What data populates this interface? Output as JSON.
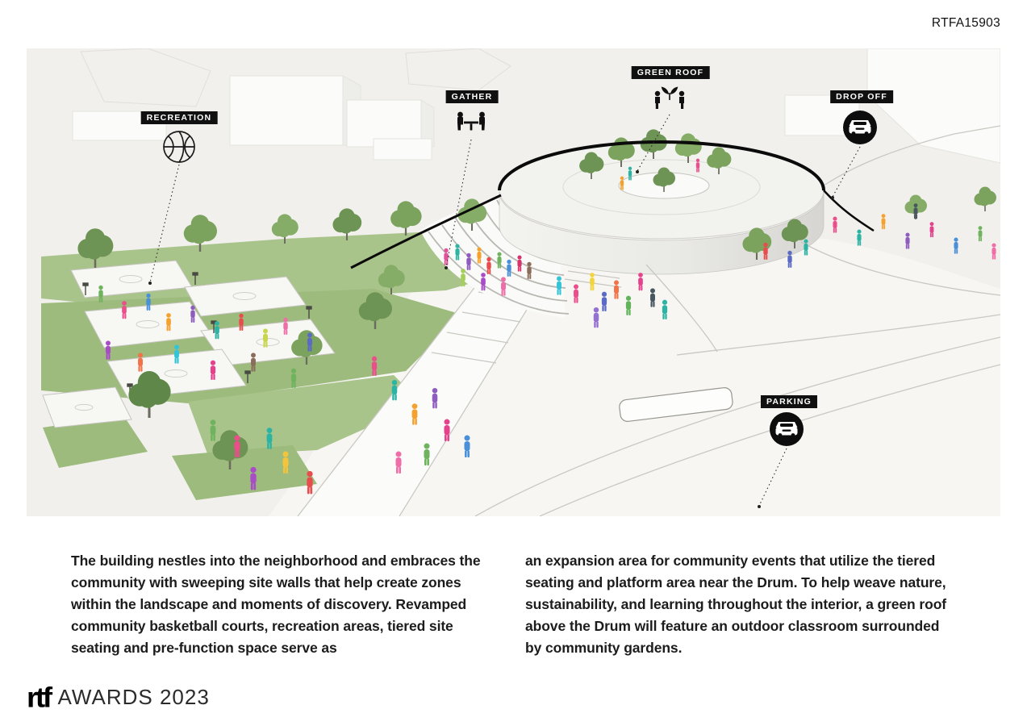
{
  "header": {
    "code": "RTFA15903"
  },
  "diagram": {
    "labels": [
      {
        "text": "RECREATION",
        "icon": "basketball-icon"
      },
      {
        "text": "GATHER",
        "icon": "gather-icon"
      },
      {
        "text": "GREEN ROOF",
        "icon": "green-roof-icon"
      },
      {
        "text": "DROP OFF",
        "icon": "dropoff-car-icon"
      },
      {
        "text": "PARKING",
        "icon": "parking-car-icon"
      }
    ],
    "palette": {
      "label_bg": "#101010",
      "label_text": "#ffffff",
      "canvas": "#f1f0ed",
      "lawn": "#a9c48b",
      "site_wall": "#0b0b0b"
    }
  },
  "body": {
    "left": "The building nestles into the neighborhood and embraces the community with sweeping site walls that help create zones within the landscape and moments of discovery. Revamped community basketball courts, recreation areas, tiered site seating and pre-function space serve as",
    "right": "an expansion area for community events that utilize the tiered seating and platform area near the Drum. To help weave nature, sustainability, and learning  throughout the interior, a green roof above the Drum will feature an outdoor classroom surrounded by community gardens."
  },
  "footer": {
    "logo": "rtf",
    "awards": "AWARDS 2023"
  }
}
